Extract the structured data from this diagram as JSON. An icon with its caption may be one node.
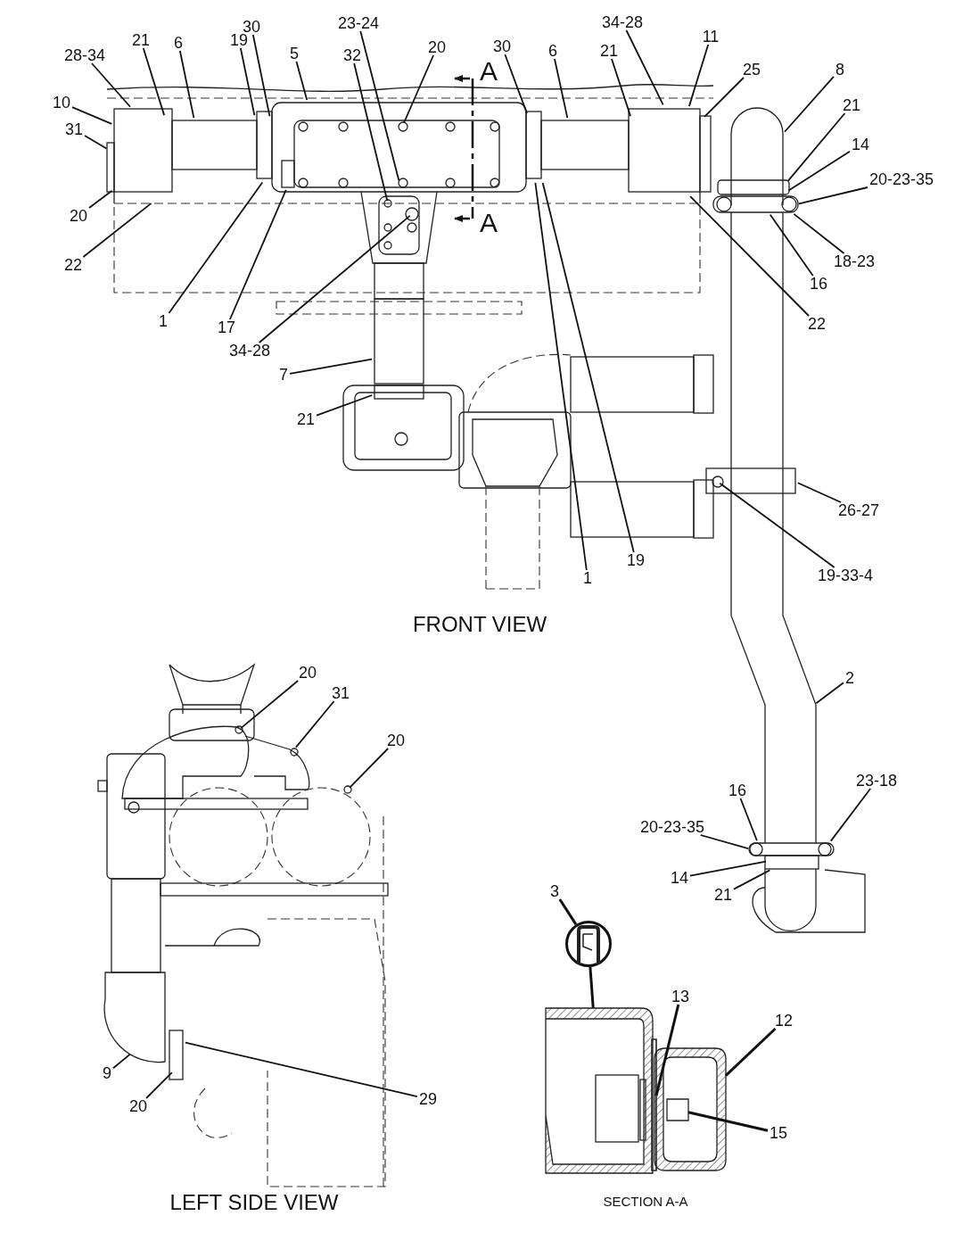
{
  "diagram": {
    "nodes": [
      {
        "text": [
          "28-34"
        ]
      },
      {
        "text": [
          "21"
        ]
      },
      {
        "text": [
          "6"
        ]
      },
      {
        "text": [
          "19"
        ]
      },
      {
        "text": [
          "30"
        ]
      },
      {
        "text": [
          "5"
        ]
      },
      {
        "text": [
          "32"
        ]
      },
      {
        "text": [
          "23-24"
        ]
      },
      {
        "text": [
          "20"
        ]
      },
      {
        "text": [
          "30"
        ]
      },
      {
        "text": [
          "6"
        ]
      },
      {
        "text": [
          "21"
        ]
      },
      {
        "text": [
          "34-28"
        ]
      },
      {
        "text": [
          "11"
        ]
      },
      {
        "text": [
          "25"
        ]
      },
      {
        "text": [
          "8"
        ]
      },
      {
        "text": [
          "10"
        ]
      },
      {
        "text": [
          "31"
        ]
      },
      {
        "text": [
          "21"
        ]
      },
      {
        "text": [
          "14"
        ]
      },
      {
        "text": [
          "20-23-35"
        ]
      },
      {
        "text": [
          "20"
        ]
      },
      {
        "text": [
          "22"
        ]
      },
      {
        "text": [
          "18-23"
        ]
      },
      {
        "text": [
          "16"
        ]
      },
      {
        "text": [
          "22"
        ]
      },
      {
        "text": [
          "1"
        ]
      },
      {
        "text": [
          "17"
        ]
      },
      {
        "text": [
          "34-28"
        ]
      },
      {
        "text": [
          "7"
        ]
      },
      {
        "text": [
          "21"
        ]
      },
      {
        "text": [
          "1"
        ]
      },
      {
        "text": [
          "19"
        ]
      },
      {
        "text": [
          "26-27"
        ]
      },
      {
        "text": [
          "19-33-4"
        ]
      },
      {
        "text": [
          "2"
        ]
      },
      {
        "text": [
          "20"
        ]
      },
      {
        "text": [
          "31"
        ]
      },
      {
        "text": [
          "20"
        ]
      },
      {
        "text": [
          "9"
        ]
      },
      {
        "text": [
          "20"
        ]
      },
      {
        "text": [
          "29"
        ]
      },
      {
        "text": [
          "16"
        ]
      },
      {
        "text": [
          "23-18"
        ]
      },
      {
        "text": [
          "20-23-35"
        ]
      },
      {
        "text": [
          "14"
        ]
      },
      {
        "text": [
          "21"
        ]
      },
      {
        "text": [
          "3"
        ]
      },
      {
        "text": [
          "13"
        ]
      },
      {
        "text": [
          "12"
        ]
      },
      {
        "text": [
          "15"
        ]
      },
      {
        "text": [],
        "shape": "circle"
      },
      {
        "text": [],
        "shape": "box"
      },
      {
        "text": [],
        "shape": "bar"
      },
      {
        "text": [],
        "shape": "box"
      },
      {
        "text": [],
        "shape": "box",
        "in": 54
      }
    ],
    "edges": [
      {
        "from": 0,
        "to": null,
        "arrow": "none"
      },
      {
        "from": 1,
        "to": null,
        "arrow": "none"
      },
      {
        "from": 2,
        "to": null,
        "arrow": "none"
      },
      {
        "from": 3,
        "to": null,
        "arrow": "none"
      },
      {
        "from": 4,
        "to": null,
        "arrow": "none"
      },
      {
        "from": 5,
        "to": null,
        "arrow": "none"
      },
      {
        "from": 6,
        "to": null,
        "arrow": "none"
      },
      {
        "from": 7,
        "to": null,
        "arrow": "none"
      },
      {
        "from": 8,
        "to": null,
        "arrow": "none"
      },
      {
        "from": 9,
        "to": null,
        "arrow": "none"
      },
      {
        "from": 10,
        "to": null,
        "arrow": "none"
      },
      {
        "from": 11,
        "to": null,
        "arrow": "none"
      },
      {
        "from": 12,
        "to": null,
        "arrow": "none"
      },
      {
        "from": 13,
        "to": null,
        "arrow": "none"
      },
      {
        "from": 14,
        "to": null,
        "arrow": "none"
      },
      {
        "from": 15,
        "to": null,
        "arrow": "none"
      },
      {
        "from": 16,
        "to": null,
        "arrow": "none"
      },
      {
        "from": 17,
        "to": null,
        "arrow": "none"
      },
      {
        "from": 18,
        "to": null,
        "arrow": "none"
      },
      {
        "from": 19,
        "to": null,
        "arrow": "none"
      },
      {
        "from": 20,
        "to": null,
        "arrow": "none"
      },
      {
        "from": 21,
        "to": null,
        "arrow": "none"
      },
      {
        "from": 22,
        "to": null,
        "arrow": "none"
      },
      {
        "from": 23,
        "to": null,
        "arrow": "none"
      },
      {
        "from": 24,
        "to": null,
        "arrow": "none"
      },
      {
        "from": 25,
        "to": null,
        "arrow": "none"
      },
      {
        "from": 26,
        "to": null,
        "arrow": "none"
      },
      {
        "from": 27,
        "to": null,
        "arrow": "none"
      },
      {
        "from": 28,
        "to": null,
        "arrow": "none"
      },
      {
        "from": 29,
        "to": null,
        "arrow": "none"
      },
      {
        "from": 30,
        "to": null,
        "arrow": "none"
      },
      {
        "from": 31,
        "to": null,
        "arrow": "none"
      },
      {
        "from": 32,
        "to": null,
        "arrow": "none"
      },
      {
        "from": 33,
        "to": null,
        "arrow": "none"
      },
      {
        "from": 34,
        "to": null,
        "arrow": "none"
      },
      {
        "from": 35,
        "to": null,
        "arrow": "none"
      },
      {
        "from": 36,
        "to": null,
        "arrow": "none"
      },
      {
        "from": 37,
        "to": null,
        "arrow": "none"
      },
      {
        "from": 38,
        "to": null,
        "arrow": "none"
      },
      {
        "from": 39,
        "to": null,
        "arrow": "none"
      },
      {
        "from": 40,
        "to": null,
        "arrow": "none"
      },
      {
        "from": 41,
        "to": null,
        "arrow": "none"
      },
      {
        "from": 42,
        "to": null,
        "arrow": "none"
      },
      {
        "from": 43,
        "to": null,
        "arrow": "none"
      },
      {
        "from": 44,
        "to": null,
        "arrow": "none"
      },
      {
        "from": 45,
        "to": null,
        "arrow": "none"
      },
      {
        "from": 46,
        "to": null,
        "arrow": "none"
      },
      {
        "from": 47,
        "to": 51,
        "arrow": "none"
      },
      {
        "from": 48,
        "to": 53,
        "arrow": "none"
      },
      {
        "from": 49,
        "to": 54,
        "arrow": "none"
      },
      {
        "from": 50,
        "to": 55,
        "arrow": "none"
      },
      {
        "from": 51,
        "to": 52,
        "arrow": "none"
      }
    ],
    "labels": [
      "A",
      "A",
      "FRONT VIEW",
      "LEFT SIDE VIEW",
      "SECTION A-A"
    ]
  }
}
